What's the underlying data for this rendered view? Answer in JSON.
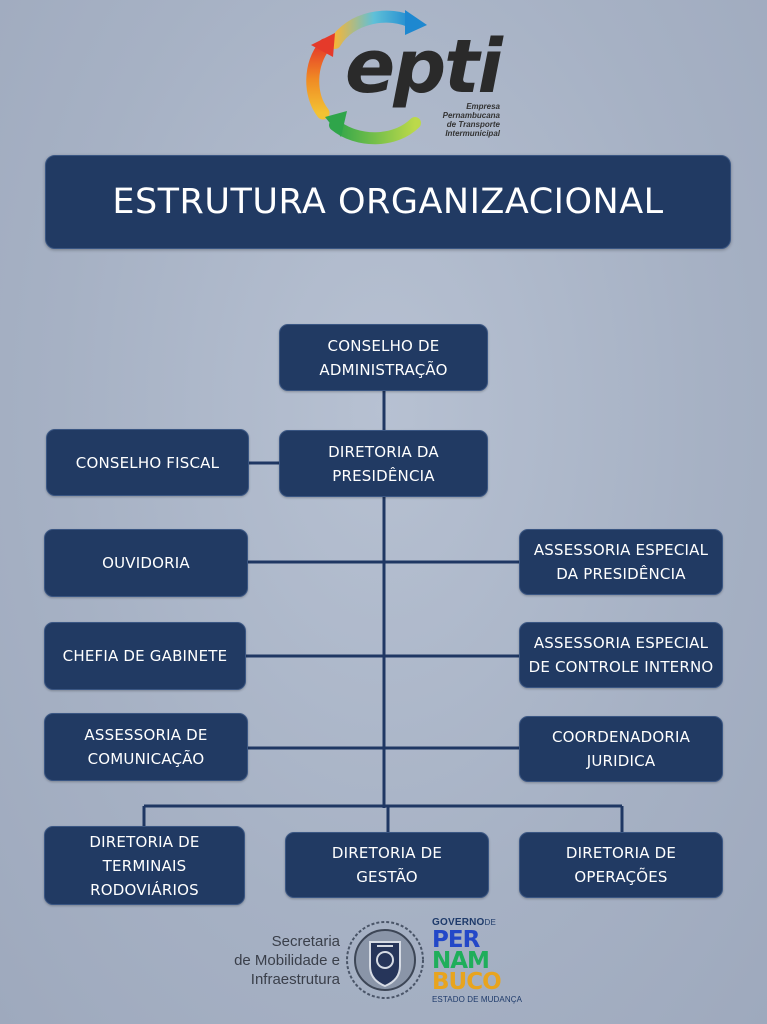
{
  "logo": {
    "word": "epti",
    "subtitle": "Empresa\nPernambucana\nde Transporte\nIntermunicipal"
  },
  "title": "ESTRUTURA ORGANIZACIONAL",
  "org": {
    "conselho_administracao": "CONSELHO DE\nADMINISTRAÇÃO",
    "diretoria_presidencia": "DIRETORIA DA\nPRESIDÊNCIA",
    "conselho_fiscal": "CONSELHO FISCAL",
    "ouvidoria": "OUVIDORIA",
    "assessoria_especial_presidencia": "ASSESSORIA ESPECIAL\nDA PRESIDÊNCIA",
    "chefia_gabinete": "CHEFIA DE GABINETE",
    "assessoria_especial_controle": "ASSESSORIA ESPECIAL\nDE CONTROLE INTERNO",
    "assessoria_comunicacao": "ASSESSORIA DE\nCOMUNICAÇÃO",
    "coordenadoria_juridica": "COORDENADORIA\nJURIDICA",
    "diretoria_terminais": "DIRETORIA DE\nTERMINAIS\nRODOVIÁRIOS",
    "diretoria_gestao": "DIRETORIA DE\nGESTÃO",
    "diretoria_operacoes": "DIRETORIA DE\nOPERAÇÕES"
  },
  "footer": {
    "secretaria": "Secretaria\nde Mobilidade e\nInfraestrutura",
    "governo_prefix": "GOVERNO",
    "governo_de": "DE",
    "governo_lines": [
      "PER",
      "NAM",
      "BUCO"
    ],
    "governo_tagline": "ESTADO DE MUDANÇA"
  },
  "colors": {
    "box_fill": "#213a63",
    "connector": "#1f3763",
    "background": "#a9b4c6"
  }
}
